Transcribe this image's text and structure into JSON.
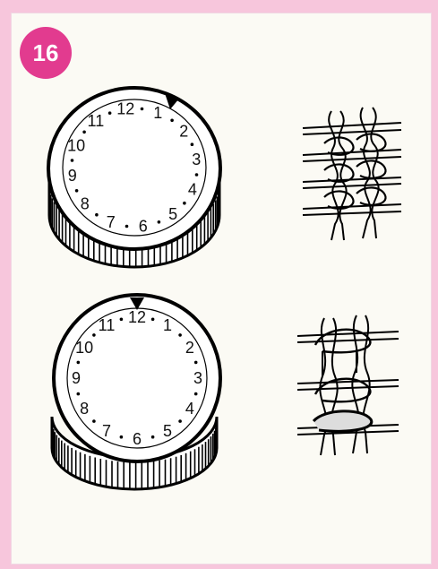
{
  "badge": {
    "number": "16",
    "color": "#e23b8f"
  },
  "dial_top": {
    "numbers": [
      "12",
      "1",
      "2",
      "3",
      "4",
      "5",
      "6",
      "7",
      "8",
      "9",
      "10",
      "11"
    ],
    "pointer": "between-12-and-1"
  },
  "dial_bottom": {
    "numbers": [
      "12",
      "1",
      "2",
      "3",
      "4",
      "5",
      "6",
      "7",
      "8",
      "9",
      "10",
      "11"
    ],
    "pointer": "at-12"
  }
}
